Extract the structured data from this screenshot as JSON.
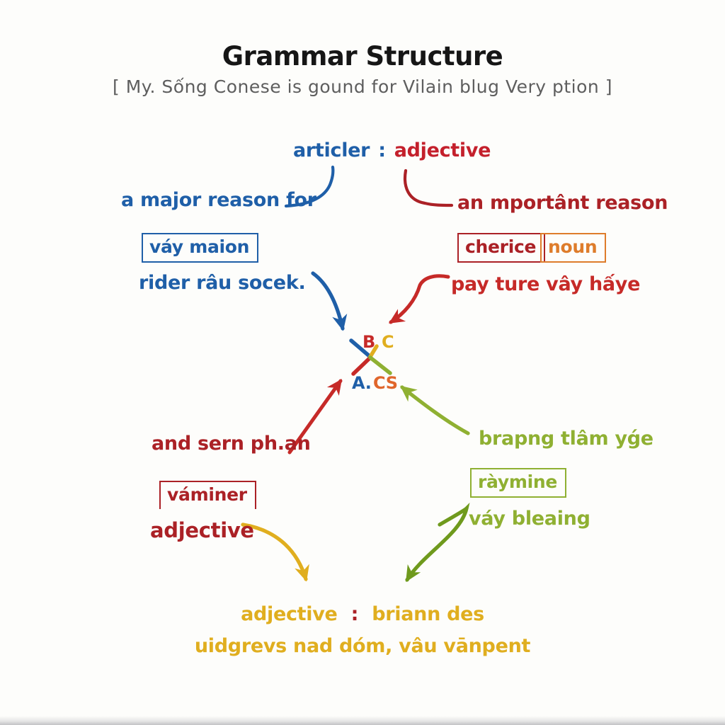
{
  "palette": {
    "blue": "#1f5fa8",
    "crimson": "#c4202c",
    "dark_red": "#ab2126",
    "red": "#c62a28",
    "orange": "#de7c2b",
    "orange_red": "#e0662c",
    "gold": "#e0ae1f",
    "green": "#8fb032",
    "dark_green": "#6f9a1d",
    "title_black": "#161616",
    "subtitle_gray": "#5e5e5e",
    "background": "#fdfdfb"
  },
  "header": {
    "title": "Grammar Structure",
    "subtitle": "[ My. Sống Conese is gound for Vilain blug Very ption ]"
  },
  "top_pair": {
    "left": "articler",
    "colon": ":",
    "right": "adjective"
  },
  "left_branch": {
    "phrase": "a major reason for",
    "box_label": "váy maion",
    "note": "rider râu socek."
  },
  "right_branch": {
    "phrase": "an mportânt reason",
    "box_label_1": "cherice",
    "box_label_2": "noun",
    "note": "pay ture vây hấye"
  },
  "center": {
    "label_b": "B",
    "label_c": "C",
    "label_a": "A.",
    "label_cs": "CS"
  },
  "lower_left": {
    "note": "and sern ph.an",
    "box_label": "váminer",
    "label": "adjective"
  },
  "lower_right": {
    "note": "brapng tlâm yǵe",
    "box_label": "ràymine",
    "label": "váy bleaing"
  },
  "bottom": {
    "pair_left": "adjective",
    "colon": ":",
    "pair_right": "briann des",
    "caption": "uidgrevs nad dóm, vâu vānpent"
  }
}
